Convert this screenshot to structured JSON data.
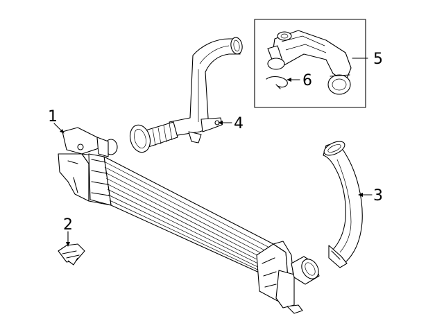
{
  "callouts": [
    {
      "id": "c1",
      "label": "1"
    },
    {
      "id": "c2",
      "label": "2"
    },
    {
      "id": "c3",
      "label": "3"
    },
    {
      "id": "c4",
      "label": "4"
    },
    {
      "id": "c5",
      "label": "5"
    },
    {
      "id": "c6",
      "label": "6"
    }
  ],
  "parts": [
    {
      "callout": "1",
      "icon": "intercooler-icon"
    },
    {
      "callout": "2",
      "icon": "bracket-icon"
    },
    {
      "callout": "3",
      "icon": "outlet-hose-icon"
    },
    {
      "callout": "4",
      "icon": "inlet-pipe-icon"
    },
    {
      "callout": "5",
      "icon": "inlet-duct-assembly-icon"
    },
    {
      "callout": "6",
      "icon": "clamp-icon"
    }
  ]
}
